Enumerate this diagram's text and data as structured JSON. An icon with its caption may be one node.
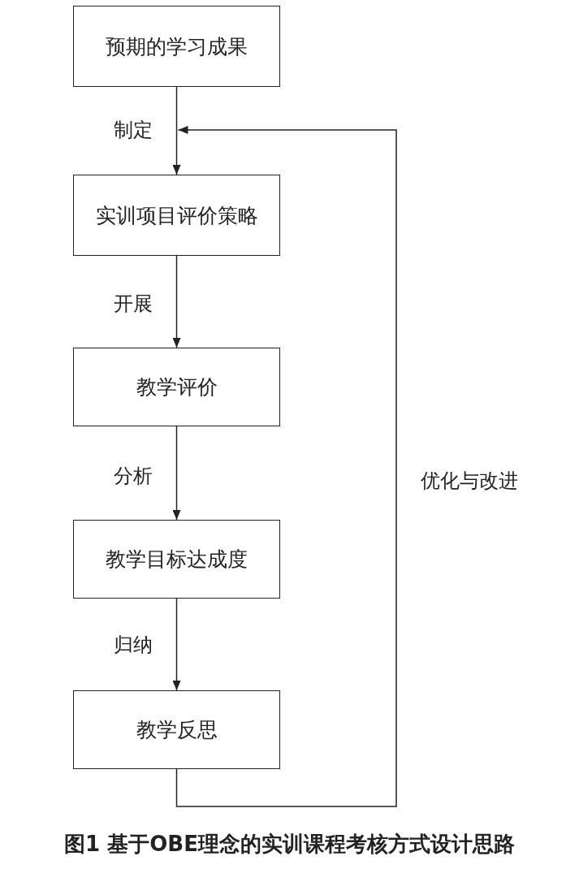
{
  "diagram": {
    "caption": "图1 基于OBE理念的实训课程考核方式设计思路",
    "nodes": [
      {
        "text": [
          "预期的学习成果"
        ]
      },
      {
        "text": [
          "实训项目评价策略"
        ]
      },
      {
        "text": [
          "教学评价"
        ]
      },
      {
        "text": [
          "教学目标达成度"
        ]
      },
      {
        "text": [
          "教学反思"
        ]
      }
    ],
    "edges": [
      {
        "from": 0,
        "to": 1,
        "arrow": "to",
        "label": "制定"
      },
      {
        "from": 1,
        "to": 2,
        "arrow": "to",
        "label": "开展"
      },
      {
        "from": 2,
        "to": 3,
        "arrow": "to",
        "label": "分析"
      },
      {
        "from": 3,
        "to": 4,
        "arrow": "to",
        "label": "归纳"
      },
      {
        "from": 4,
        "to": 1,
        "arrow": "to",
        "label": "优化与改进"
      }
    ]
  }
}
